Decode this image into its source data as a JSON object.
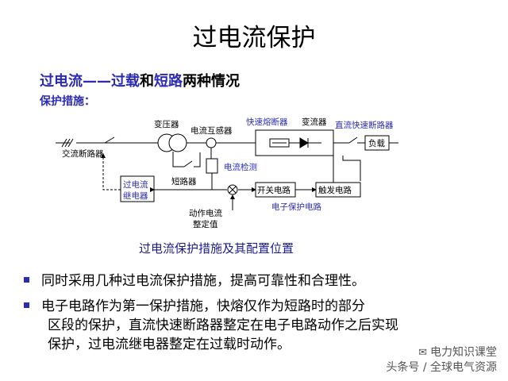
{
  "title": "过电流保护",
  "subtitle": {
    "part1": "过电流——过载",
    "part2": "和",
    "part3": "短路",
    "part4": "两种情况"
  },
  "measures_label": "保护措施：",
  "diagram": {
    "labels": {
      "ac_breaker": "交流断路器",
      "transformer": "变压器",
      "ct": "电流互感器",
      "fast_fuse": "快速熔断器",
      "converter": "变流器",
      "dc_breaker": "直流快速断路器",
      "load": "负载",
      "current_detect": "电流检测",
      "short_circuit": "短路器",
      "oc_relay_1": "过电流",
      "oc_relay_2": "继电器",
      "switch_circuit": "开关电路",
      "trigger_circuit": "触发电路",
      "electronic_protect": "电子保护电路",
      "action_current_1": "动作电流",
      "action_current_2": "整定值"
    }
  },
  "caption": "过电流保护措施及其配置位置",
  "bullets": [
    {
      "lines": [
        "同时采用几种过电流保护措施，提高可靠性和合理性。"
      ]
    },
    {
      "lines": [
        "电子电路作为第一保护措施，快熔仅作为短路时的部分",
        "区段的保护，直流快速断路器整定在电子电路动作之后实现",
        "保护，过电流继电器整定在过载时动作。"
      ]
    }
  ],
  "watermark": {
    "line1": "电力知识课堂",
    "line2": "头条号 / 全球电气资源"
  },
  "colors": {
    "accent": "#2b2bb5",
    "caption": "#1a1a8c"
  }
}
